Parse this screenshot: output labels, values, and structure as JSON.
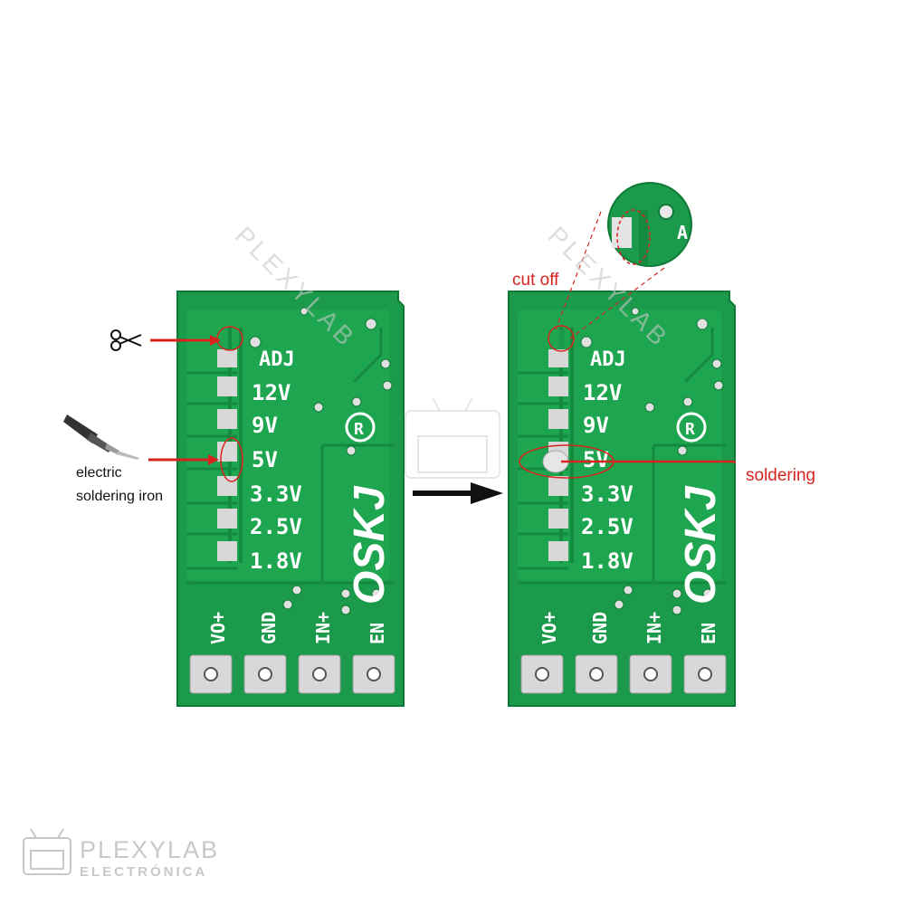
{
  "colors": {
    "board": "#1a9a4a",
    "board_edge": "#0f7a37",
    "trace": "#148a40",
    "pad": "#d8d8d8",
    "annotation_red": "#d8241f",
    "arrow": "#111111",
    "watermark": "#c8c8c8"
  },
  "board_labels": {
    "adj": "ADJ",
    "v12": "12V",
    "v9": "9V",
    "v5": "5V",
    "v33": "3.3V",
    "v25": "2.5V",
    "v18": "1.8V",
    "vout": "VO+",
    "gnd": "GND",
    "in": "IN+",
    "en": "EN",
    "brand": "OSKJ",
    "registered": "R"
  },
  "annotations": {
    "cut_off": "cut off",
    "soldering": "soldering",
    "iron_line1": "electric",
    "iron_line2": "soldering iron",
    "zoom_letter": "A"
  },
  "icons": {
    "scissors": "scissors-icon",
    "soldering_iron": "soldering-iron-icon",
    "arrow": "right-arrow-icon"
  },
  "watermark": {
    "diagonal": "PLEXYLAB",
    "logo_line1": "PLEXYLAB",
    "logo_line2": "ELECTRÓNICA"
  }
}
